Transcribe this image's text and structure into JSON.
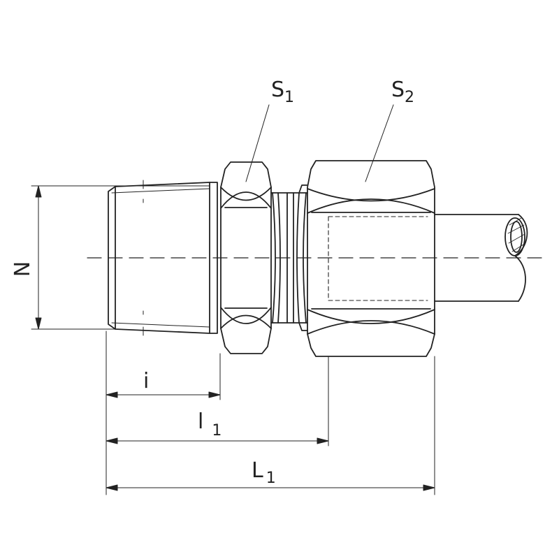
{
  "colors": {
    "line": "#222222",
    "background": "#ffffff"
  },
  "labels": {
    "s1": {
      "main": "S",
      "sub": "1"
    },
    "s2": {
      "main": "S",
      "sub": "2"
    },
    "n": "N",
    "i": "i",
    "l1": {
      "main": "l",
      "sub": "1"
    },
    "L1": {
      "main": "L",
      "sub": "1"
    }
  }
}
